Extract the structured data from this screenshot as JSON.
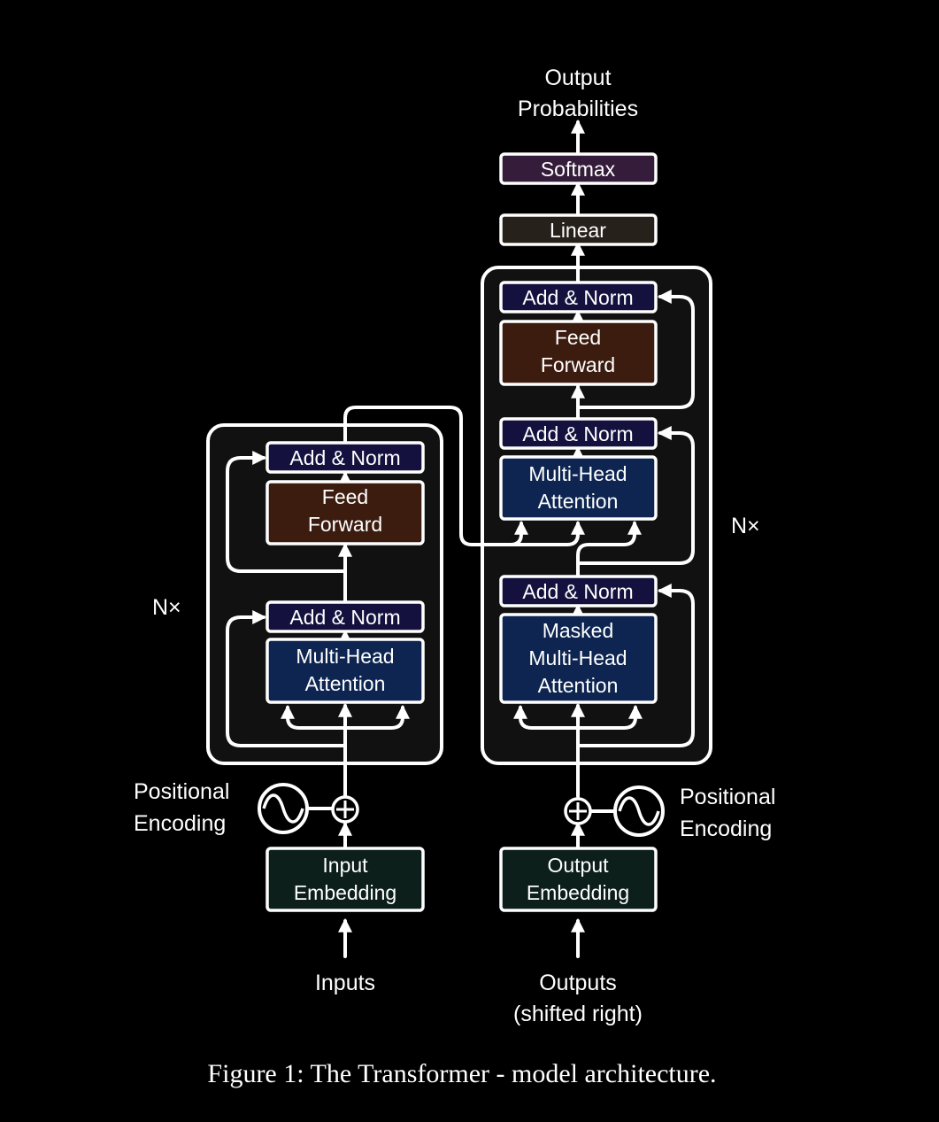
{
  "colors": {
    "background": "#000000",
    "stroke": "#ffffff",
    "stack_fill": "#111111",
    "add_norm": "#14113f",
    "feed_forward": "#3d1c10",
    "attention": "#0d2550",
    "embedding": "#0c1f1b",
    "linear": "#26211a",
    "softmax": "#351c3a"
  },
  "output_label": {
    "line1": "Output",
    "line2": "Probabilities"
  },
  "softmax": "Softmax",
  "linear": "Linear",
  "encoder": {
    "add_norm_top": "Add & Norm",
    "feed_forward": {
      "line1": "Feed",
      "line2": "Forward"
    },
    "add_norm_bottom": "Add & Norm",
    "attention": {
      "line1": "Multi-Head",
      "line2": "Attention"
    },
    "repeat": "N×",
    "positional_encoding": {
      "line1": "Positional",
      "line2": "Encoding"
    },
    "embedding": {
      "line1": "Input",
      "line2": "Embedding"
    },
    "input_label": "Inputs"
  },
  "decoder": {
    "add_norm_top": "Add & Norm",
    "feed_forward": {
      "line1": "Feed",
      "line2": "Forward"
    },
    "add_norm_mid": "Add & Norm",
    "cross_attention": {
      "line1": "Multi-Head",
      "line2": "Attention"
    },
    "add_norm_bottom": "Add & Norm",
    "masked_attention": {
      "line1": "Masked",
      "line2": "Multi-Head",
      "line3": "Attention"
    },
    "repeat": "N×",
    "positional_encoding": {
      "line1": "Positional",
      "line2": "Encoding"
    },
    "embedding": {
      "line1": "Output",
      "line2": "Embedding"
    },
    "input_label": {
      "line1": "Outputs",
      "line2": "(shifted right)"
    }
  },
  "caption": "Figure 1: The Transformer - model architecture."
}
